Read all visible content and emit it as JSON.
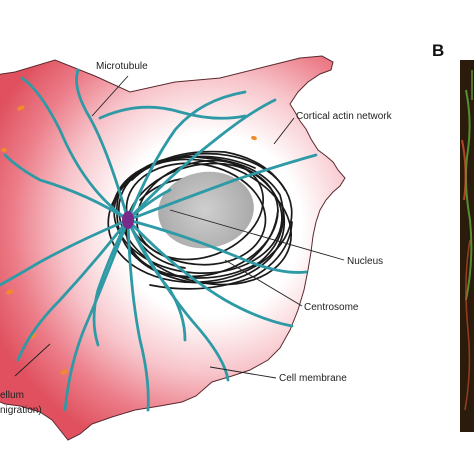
{
  "figure": {
    "panel_b_letter": "B",
    "labels": {
      "microtubule": "Microtubule",
      "cortical_actin": "Cortical actin network",
      "nucleus": "Nucleus",
      "centrosome": "Centrosome",
      "cell_membrane": "Cell membrane",
      "flagellum_line1": "ellum",
      "flagellum_line2": "nigration)"
    },
    "colors": {
      "cell_edge": "#e0505e",
      "cell_mid": "#f3a9b1",
      "cell_center": "#ffffff",
      "microtubule": "#2e9aa6",
      "actin_mesh": "#1a1a1a",
      "nucleus": "#bdbdbd",
      "centrosome": "#7a2a8a",
      "vesicle": "#f08a2a",
      "panel_b_bg": "#2a1b0c"
    }
  }
}
